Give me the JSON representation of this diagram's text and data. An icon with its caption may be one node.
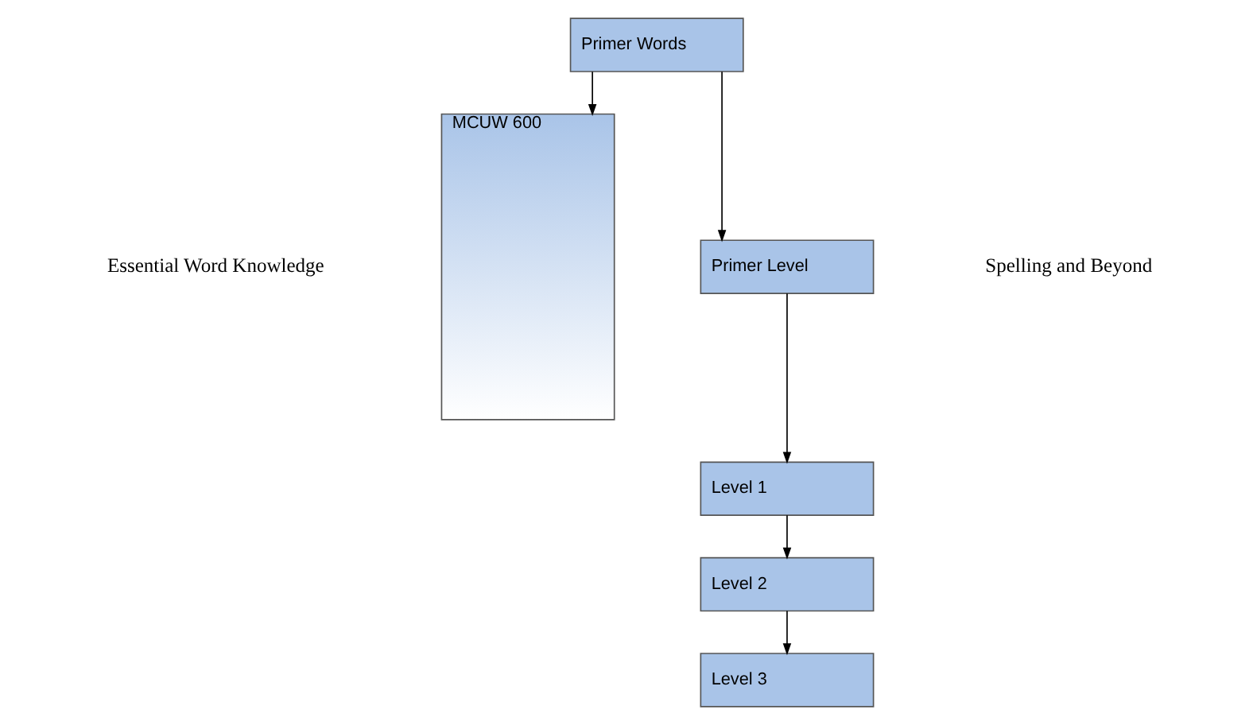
{
  "diagram": {
    "nodes": [
      {
        "text": [
          "Primer Words"
        ]
      },
      {
        "text": [
          "MCUW 600"
        ]
      },
      {
        "text": [
          "Primer Level"
        ]
      },
      {
        "text": [
          "Level 1"
        ]
      },
      {
        "text": [
          "Level 2"
        ]
      },
      {
        "text": [
          "Level 3"
        ]
      }
    ],
    "edges": [
      {
        "from": 0,
        "to": 1,
        "arrow": "to"
      },
      {
        "from": 0,
        "to": 2,
        "arrow": "to"
      },
      {
        "from": 2,
        "to": 3,
        "arrow": "to"
      },
      {
        "from": 3,
        "to": 4,
        "arrow": "to"
      },
      {
        "from": 4,
        "to": 5,
        "arrow": "to"
      }
    ],
    "labels": [
      "Essential Word Knowledge",
      "Spelling and Beyond"
    ]
  }
}
